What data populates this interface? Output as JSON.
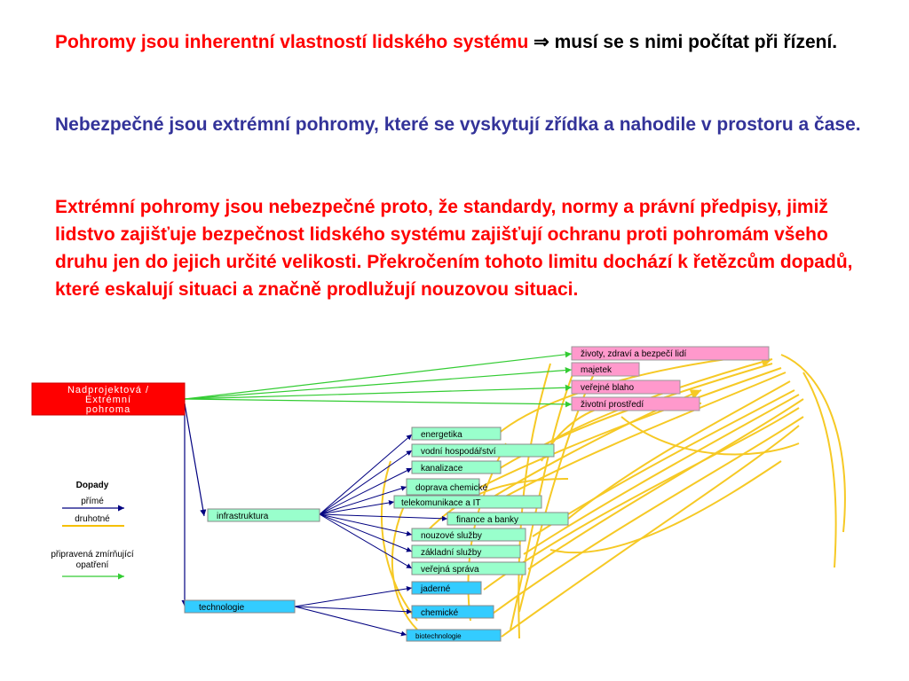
{
  "text": {
    "p1_red": "Pohromy jsou inherentní vlastností lidského systému",
    "p1_arrow": " ⇒ ",
    "p1_black": "musí se s nimi počítat při řízení.",
    "p2": "Nebezpečné jsou extrémní pohromy, které se vyskytují zřídka a nahodile v prostoru a čase.",
    "p3": "Extrémní pohromy jsou nebezpečné proto, že standardy, normy a právní předpisy, jimiž lidstvo zajišťuje bezpečnost lidského systému zajišťují ochranu proti pohromám všeho druhu  jen do jejich určité velikosti. Překročením tohoto limitu dochází k řetězcům dopadů, které eskalují situaci a značně prodlužují nouzovou situaci."
  },
  "diagram": {
    "root": [
      "Nadprojektová /",
      "Extrémní",
      "pohroma"
    ],
    "top_targets": [
      "životy, zdraví a bezpečí lidí",
      "majetek",
      "veřejné blaho",
      "životní prostředí"
    ],
    "infra": "infrastruktura",
    "tech": "technologie",
    "infra_children": [
      "energetika",
      "vodní hospodářství",
      "kanalizace",
      "doprava chemické",
      "telekomunikace a IT",
      "finance a banky",
      "nouzové služby",
      "základní služby",
      "veřejná správa"
    ],
    "tech_children": [
      "jaderné",
      "chemické",
      "biotechnologie"
    ],
    "legend": {
      "title": "Dopady",
      "direct": "přímé",
      "secondary": "druhotné",
      "mitigation": "připravená zmírňující opatření"
    }
  },
  "colors": {
    "red_box": "#ff0000",
    "pink_box": "#ff99cc",
    "cyan_box": "#33ccff",
    "teal_box": "#99ffcc",
    "green_arrow": "#33cc33",
    "navy_arrow": "#000080",
    "yellow_curve": "#f5c000"
  }
}
